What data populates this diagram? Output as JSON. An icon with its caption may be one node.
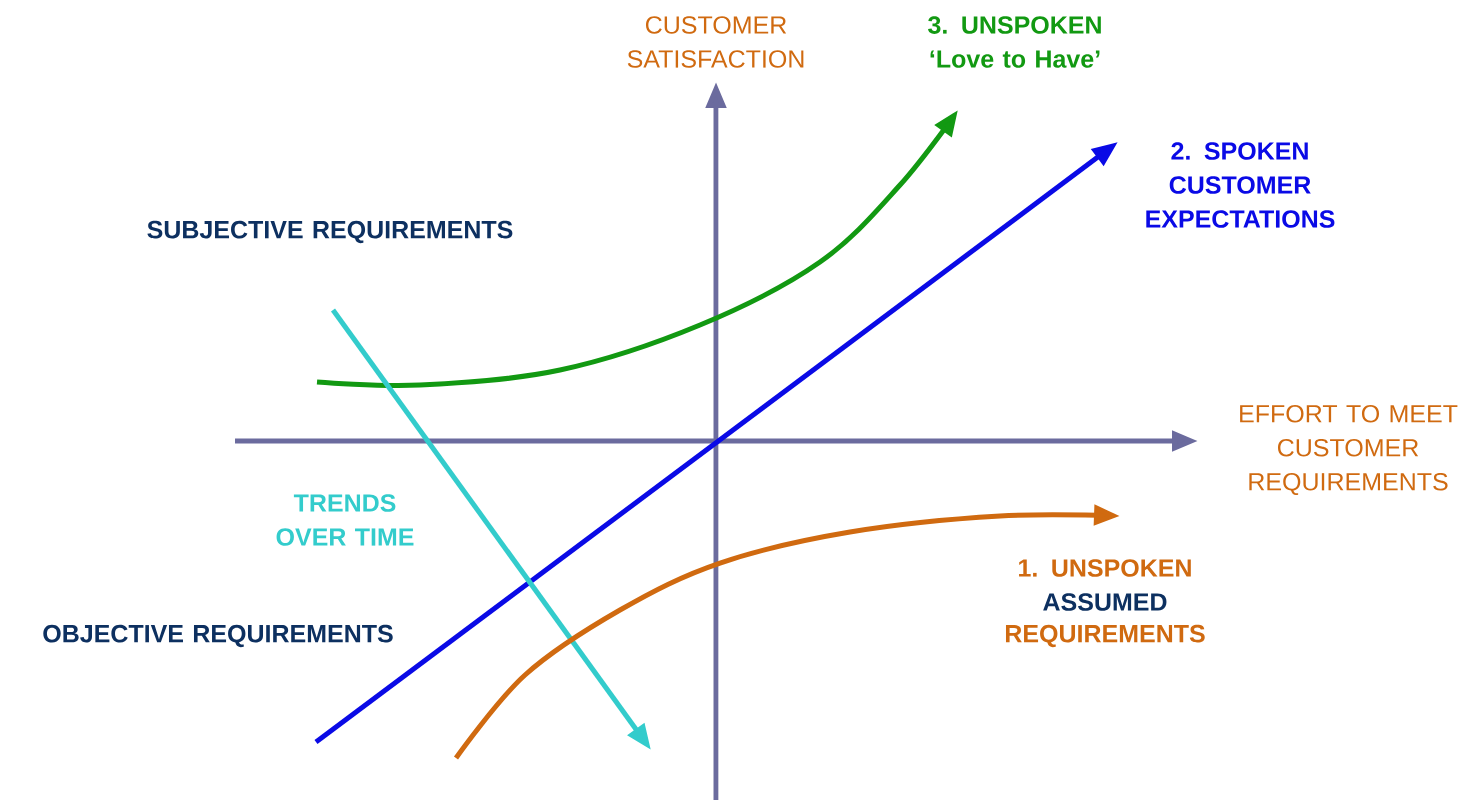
{
  "diagram": {
    "labels": [
      "CUSTOMER SATISFACTION",
      "3. UNSPOKEN ‘Love to Have’",
      "2. SPOKEN CUSTOMER EXPECTATIONS",
      "SUBJECTIVE REQUIREMENTS",
      "EFFORT TO MEET CUSTOMER REQUIREMENTS",
      "TRENDS OVER TIME",
      "1. UNSPOKEN",
      "ASSUMED",
      "REQUIREMENTS",
      "OBJECTIVE REQUIREMENTS"
    ]
  }
}
